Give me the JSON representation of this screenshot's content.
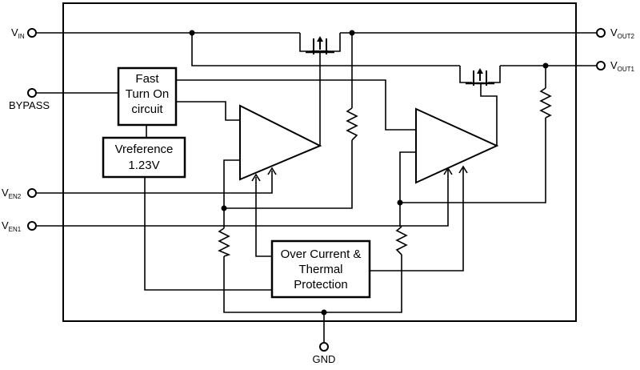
{
  "pins": {
    "vin": {
      "main": "V",
      "sub": "IN"
    },
    "bypass": {
      "main": "BYPASS"
    },
    "ven2": {
      "main": "V",
      "sub": "EN2"
    },
    "ven1": {
      "main": "V",
      "sub": "EN1"
    },
    "vout2": {
      "main": "V",
      "sub": "OUT2"
    },
    "vout1": {
      "main": "V",
      "sub": "OUT1"
    },
    "gnd": {
      "main": "GND"
    }
  },
  "blocks": {
    "fast_turn_on": [
      "Fast",
      "Turn On",
      "circuit"
    ],
    "vreference": [
      "Vreference",
      "1.23V"
    ],
    "protection": [
      "Over Current &",
      "Thermal",
      "Protection"
    ]
  }
}
